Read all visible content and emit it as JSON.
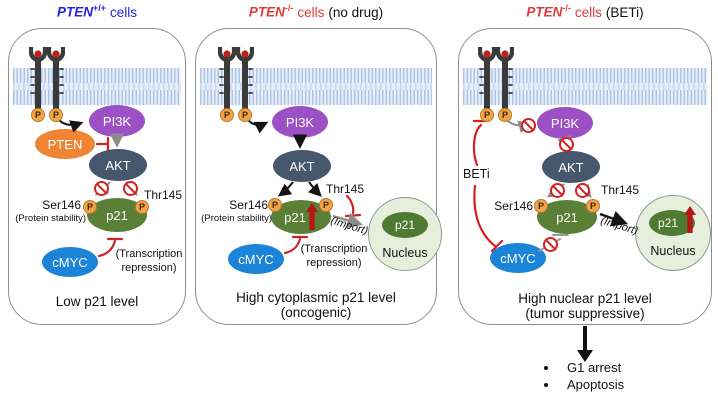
{
  "colors": {
    "title_blue": "#2323dd",
    "title_red": "#e03a3a",
    "membrane": "#bcd0ec",
    "receptor": "#3b3b3b",
    "ligand_red": "#b9251b",
    "phospho_orange": "#f2a34d",
    "pi3k_purple": "#9b51c4",
    "pten_orange": "#ee8434",
    "akt_slate": "#46566c",
    "p21_green": "#5a7f36",
    "cmyc_blue": "#1b84d8",
    "nucleus_fill": "#e6efdb",
    "inhibit_red": "#d32020",
    "up_arrow_red": "#b51717"
  },
  "shared": {
    "phospho": "P",
    "nodes": {
      "pi3k": "PI3K",
      "akt": "AKT",
      "pten": "PTEN",
      "p21": "p21",
      "cmyc": "cMYC"
    },
    "sites": {
      "ser": "Ser146",
      "ser_note": "(Protein stability)",
      "thr": "Thr145"
    },
    "repression": {
      "line1": "(Transcription",
      "line2": "repression)"
    },
    "import_label": "(Import)",
    "nucleus_label": "Nucleus",
    "beti_label": "BETi"
  },
  "panels": [
    {
      "title": {
        "gene": "PTEN",
        "genotype": "+/+",
        "cells": "cells",
        "condition": ""
      },
      "caption": {
        "line1": "Low p21 level",
        "line2": ""
      }
    },
    {
      "title": {
        "gene": "PTEN",
        "genotype": "-/-",
        "cells": "cells",
        "condition": "(no drug)"
      },
      "caption": {
        "line1": "High cytoplasmic p21 level",
        "line2": "(oncogenic)"
      }
    },
    {
      "title": {
        "gene": "PTEN",
        "genotype": "-/-",
        "cells": "cells",
        "condition": "(BETi)"
      },
      "caption": {
        "line1": "High nuclear p21 level",
        "line2": "(tumor suppressive)"
      },
      "outcomes": [
        "G1 arrest",
        "Apoptosis"
      ]
    }
  ]
}
